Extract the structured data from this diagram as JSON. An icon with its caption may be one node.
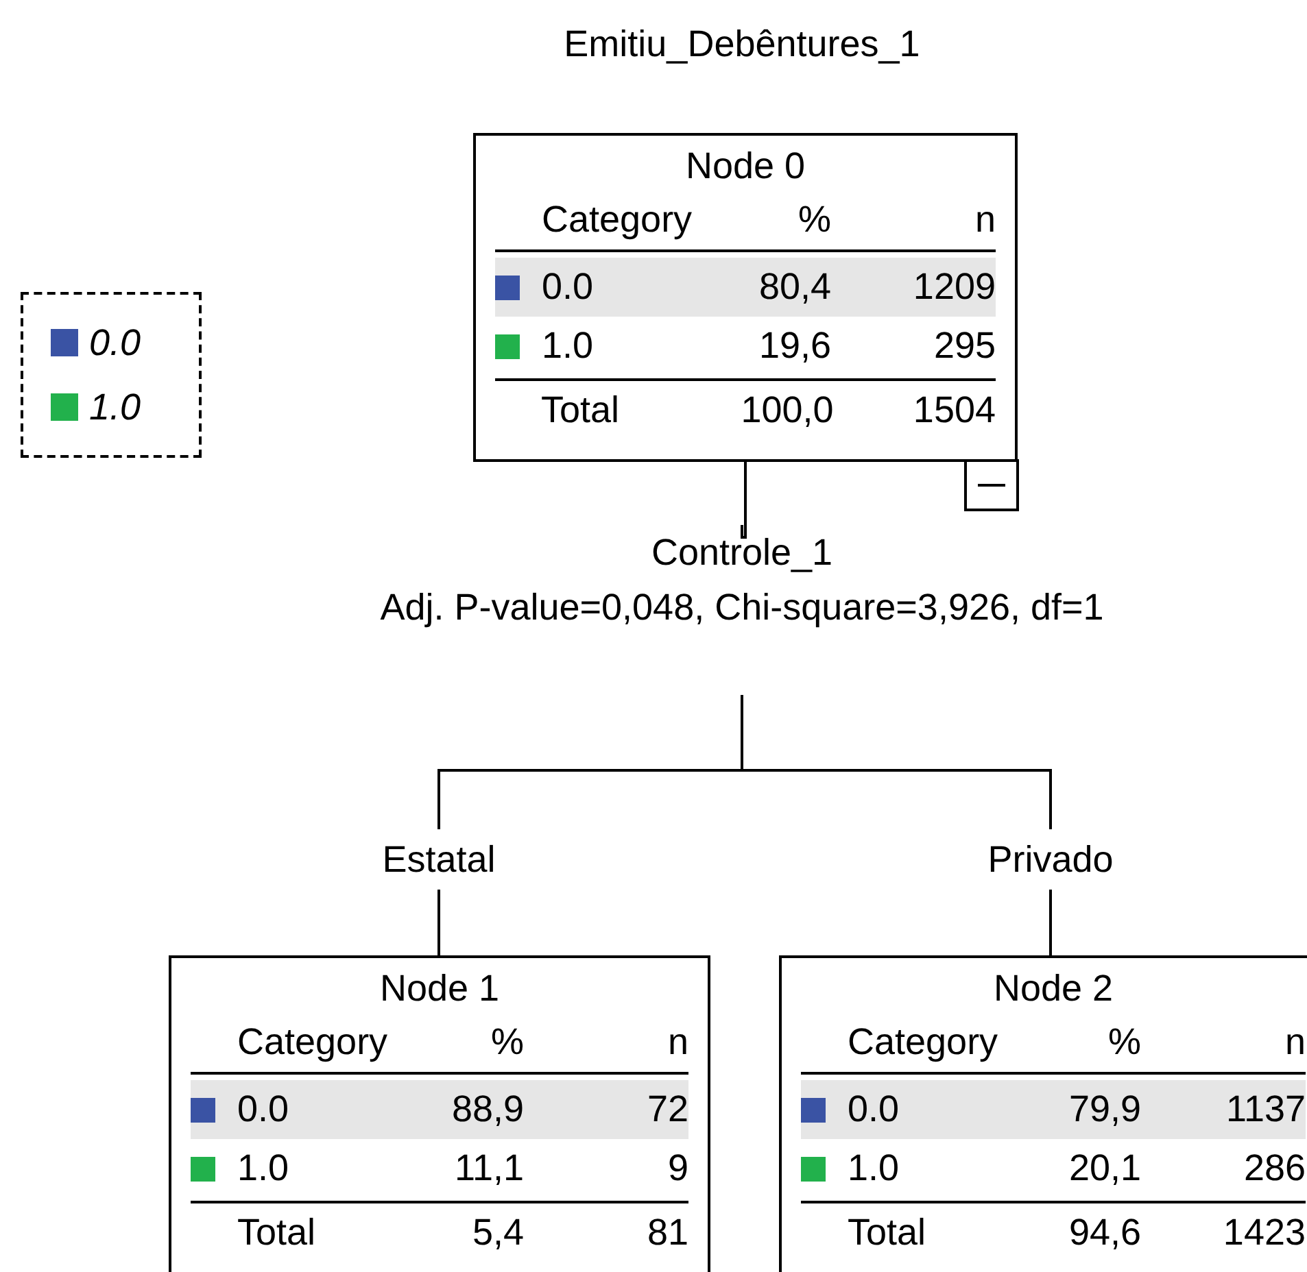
{
  "diagram": {
    "title": "Emitiu_Debêntures_1",
    "nodes": [
      {
        "text": [
          "Node 0",
          "Category",
          "%",
          "n",
          "0.0",
          "80,4",
          "1209",
          "1.0",
          "19,6",
          "295",
          "Total",
          "100,0",
          "1504"
        ]
      },
      {
        "text": [
          "Controle_1",
          "Adj. P-value=0,048, Chi-square=3,926, df=1"
        ]
      },
      {
        "text": [
          "Estatal"
        ]
      },
      {
        "text": [
          "Privado"
        ]
      },
      {
        "text": [
          "Node 1",
          "Category",
          "%",
          "n",
          "0.0",
          "88,9",
          "72",
          "1.0",
          "11,1",
          "9",
          "Total",
          "5,4",
          "81"
        ]
      },
      {
        "text": [
          "Node 2",
          "Category",
          "%",
          "n",
          "0.0",
          "79,9",
          "1137",
          "1.0",
          "20,1",
          "286",
          "Total",
          "94,6",
          "1423"
        ]
      }
    ],
    "edges": [
      {
        "from": 0,
        "to": 1,
        "arrow": "none"
      },
      {
        "from": 1,
        "to": 2,
        "arrow": "none"
      },
      {
        "from": 1,
        "to": 3,
        "arrow": "none"
      },
      {
        "from": 2,
        "to": 4,
        "arrow": "none"
      },
      {
        "from": 3,
        "to": 5,
        "arrow": "none"
      }
    ],
    "legend": [
      {
        "text": "0.0",
        "color": "#3a53a4"
      },
      {
        "text": "1.0",
        "color": "#22b14c"
      }
    ]
  }
}
